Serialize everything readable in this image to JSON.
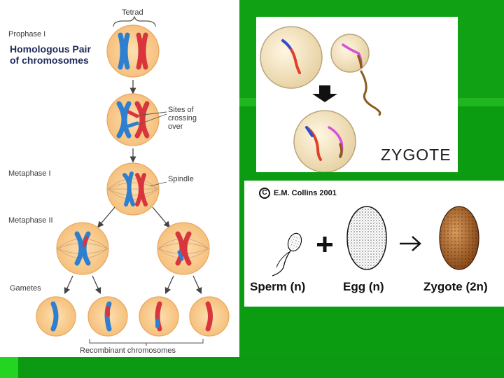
{
  "meiosis": {
    "tetrad_label": "Tetrad",
    "prophase_label": "Prophase I",
    "homologous_line1": "Homologous Pair",
    "homologous_line2": "of chromosomes",
    "crossing_line1": "Sites of",
    "crossing_line2": "crossing",
    "crossing_line3": "over",
    "metaphase1_label": "Metaphase I",
    "spindle_label": "Spindle",
    "metaphase2_label": "Metaphase II",
    "gametes_label": "Gametes",
    "recombinant_label": "Recombinant chromosomes"
  },
  "zygote_panel": {
    "word": "ZYGOTE"
  },
  "fertilization": {
    "credit": "E.M. Collins 2001",
    "copyright_symbol": "C",
    "sperm_caption": "Sperm (n)",
    "egg_caption": "Egg (n)",
    "zygote_caption": "Zygote (2n)",
    "plus_symbol": "+",
    "arrow_symbol": "→"
  },
  "colors": {
    "background_green": "#0b9c12",
    "cell_fill": "#f8c98c",
    "chromosome_blue": "#2e7fcf",
    "chromosome_red": "#d8363c"
  }
}
